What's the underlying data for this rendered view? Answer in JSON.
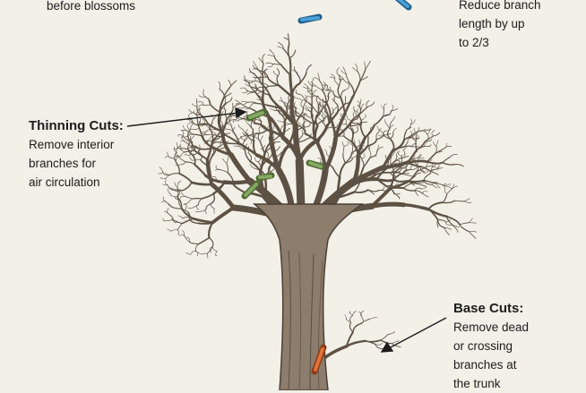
{
  "annotations": {
    "top_left": {
      "body": "before blossoms"
    },
    "top_right": {
      "body": "Reduce branch\nlength by up\nto 2/3"
    },
    "thinning": {
      "heading": "Thinning Cuts:",
      "body": "Remove interior\nbranches for\nair circulation"
    },
    "base": {
      "heading": "Base Cuts:",
      "body": "Remove dead\nor crossing\nbranches at\nthe trunk"
    }
  },
  "colors": {
    "background": "#f3f0e8",
    "bark": "#8a7a68",
    "bark_dark": "#4f4438",
    "thinning_marker": "#7a9a55",
    "heading_marker": "#3b8fc4",
    "base_marker": "#d4622b",
    "text": "#1c1c1c"
  }
}
